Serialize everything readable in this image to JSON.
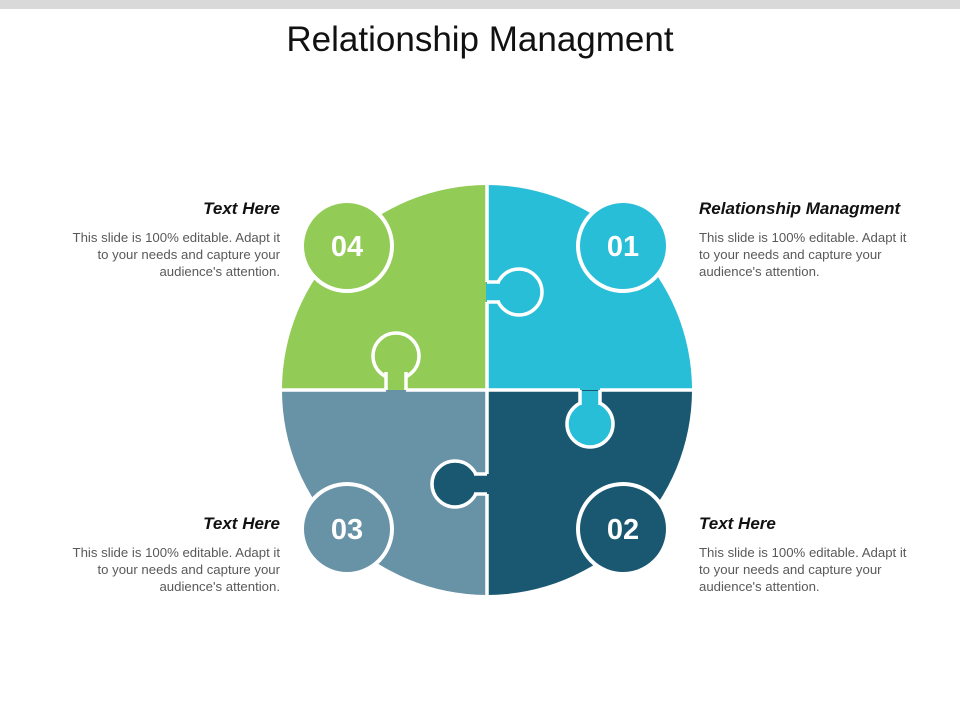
{
  "title": "Relationship Managment",
  "colors": {
    "piece_01": "#29BED8",
    "piece_02": "#1A5872",
    "piece_03": "#6892A6",
    "piece_04": "#92CB55"
  },
  "pieces": [
    {
      "number": "01",
      "heading": "Relationship Managment",
      "body": "This slide is 100% editable. Adapt it to your needs and capture your audience's attention."
    },
    {
      "number": "02",
      "heading": "Text Here",
      "body": "This slide is 100% editable. Adapt it to your needs and capture your audience's attention."
    },
    {
      "number": "03",
      "heading": "Text Here",
      "body": "This slide is 100% editable. Adapt it to your needs and capture your audience's attention."
    },
    {
      "number": "04",
      "heading": "Text Here",
      "body": "This slide is 100% editable. Adapt it to your needs and capture your audience's attention."
    }
  ]
}
